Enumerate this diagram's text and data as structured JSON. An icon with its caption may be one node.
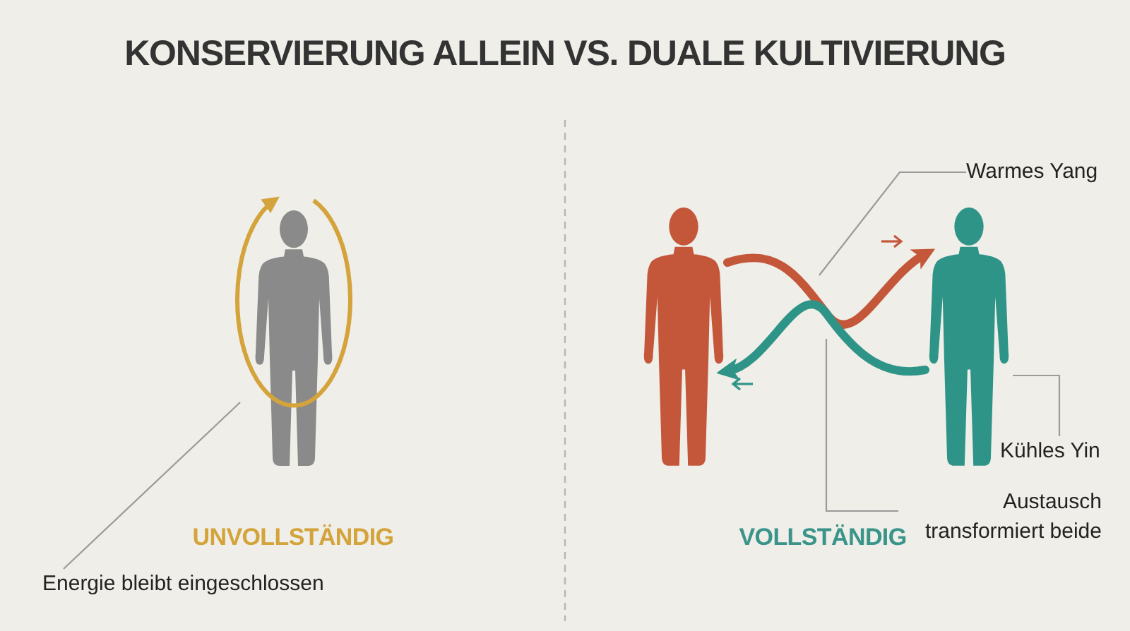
{
  "diagram": {
    "title": "KONSERVIERUNG ALLEIN VS. DUALE KULTIVIERUNG",
    "nodes": [
      {
        "text": [],
        "shape": "person"
      },
      {
        "text": [],
        "shape": "circle"
      },
      {
        "text": [
          "Energie bleibt eingeschlossen"
        ]
      },
      {
        "text": [],
        "shape": "person"
      },
      {
        "text": [],
        "shape": "person"
      },
      {
        "text": [
          "Warmes Yang"
        ]
      },
      {
        "text": [
          "Kühles Yin"
        ]
      },
      {
        "text": [
          "Austausch transformiert beide"
        ]
      }
    ],
    "edges": [
      {
        "from": 2,
        "to": 1,
        "arrow": "none"
      },
      {
        "from": 3,
        "to": 4,
        "arrow": "to",
        "style": "thick",
        "color": "#c4573a"
      },
      {
        "from": 4,
        "to": 3,
        "arrow": "to",
        "style": "thick",
        "color": "#2f9488"
      },
      {
        "from": 5,
        "to": null,
        "arrow": "none"
      },
      {
        "from": 6,
        "to": 4,
        "arrow": "none"
      },
      {
        "from": 7,
        "to": null,
        "arrow": "none"
      }
    ],
    "labels": [
      "UNVOLLSTÄNDIG",
      "VOLLSTÄNDIG"
    ]
  }
}
